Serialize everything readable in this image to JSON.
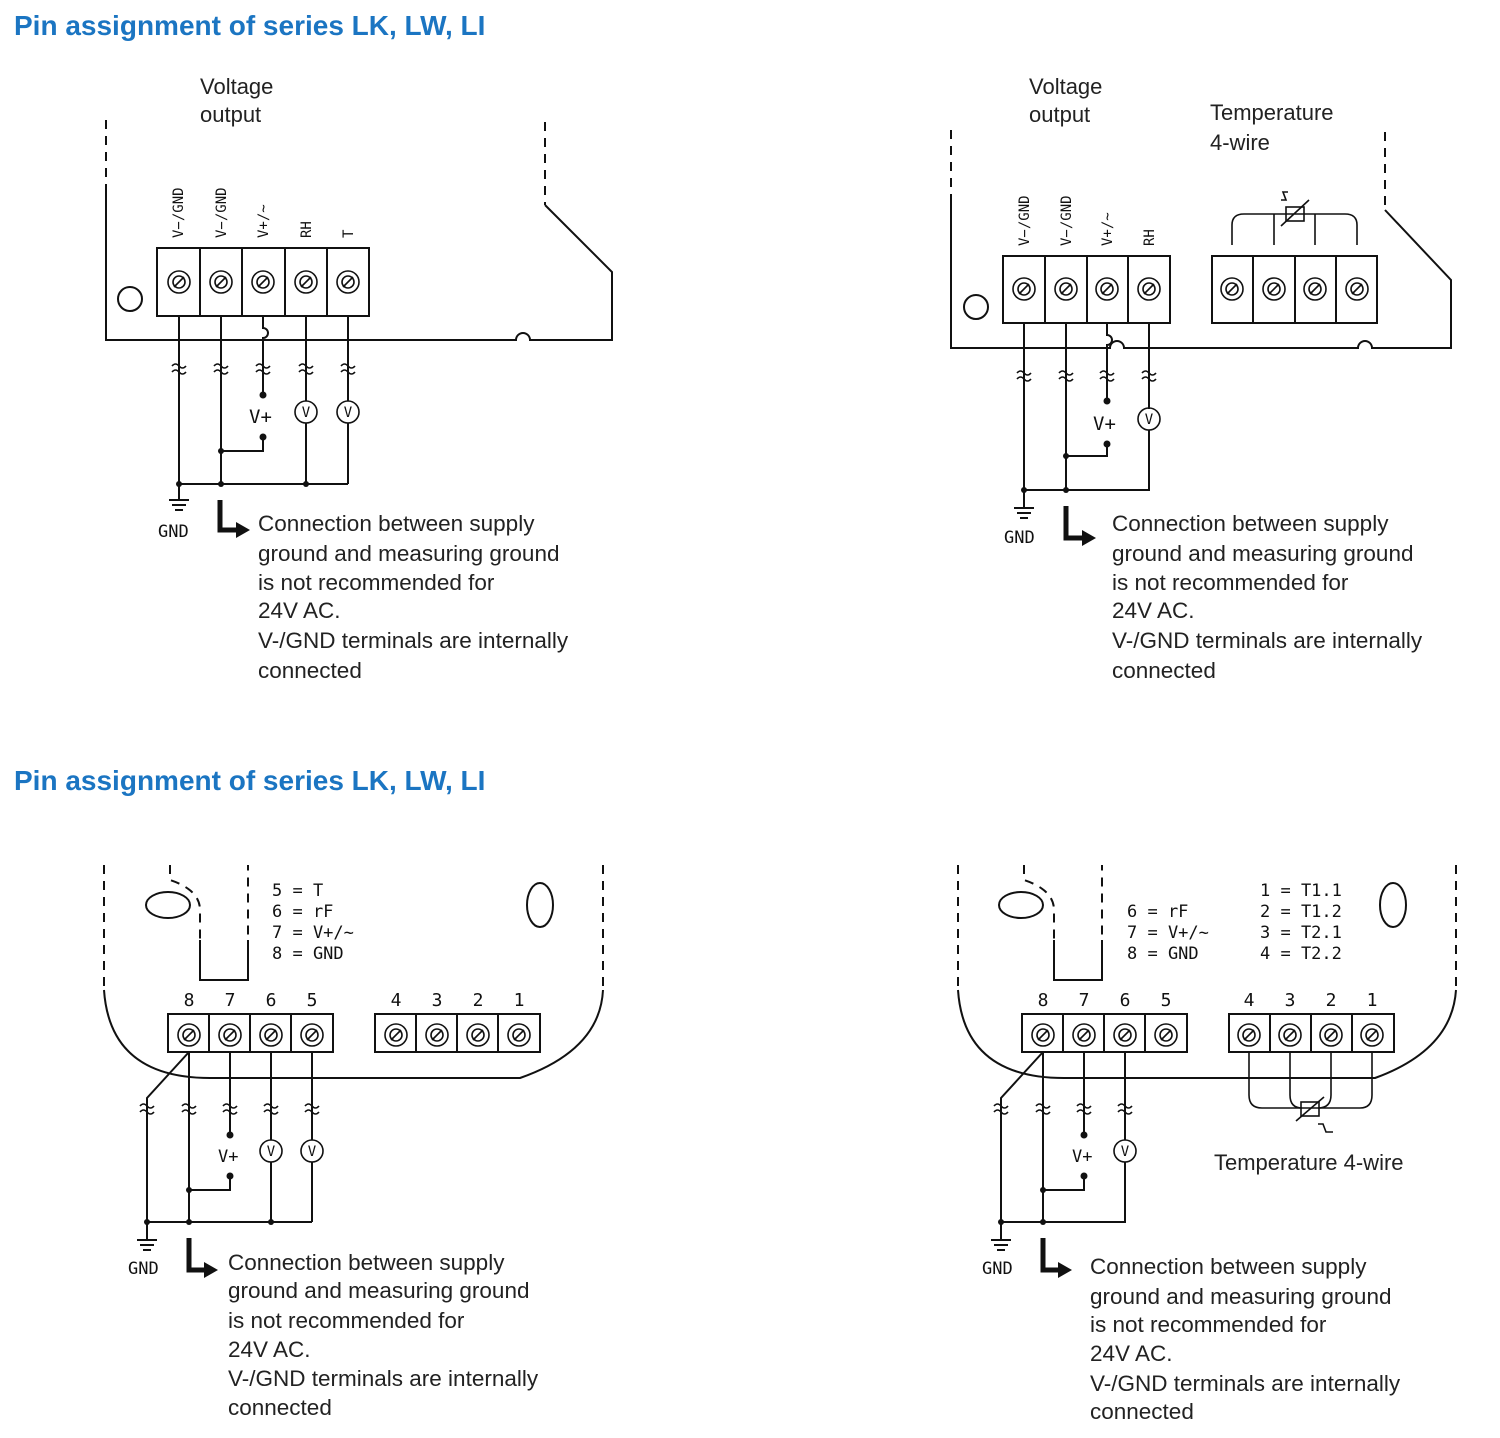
{
  "headings": {
    "top": "Pin assignment of series LK, LW, LI",
    "bottom": "Pin assignment of series LK, LW, LI"
  },
  "labels": {
    "voltage_output_1": "Voltage",
    "voltage_output_2": "output",
    "temperature_1": "Temperature",
    "temperature_2": "4-wire",
    "temperature_4wire": "Temperature 4-wire",
    "gnd": "GND",
    "vplus": "V+",
    "voltmeter": "V"
  },
  "terminals": {
    "diagram_a": [
      "V−/GND",
      "V−/GND",
      "V+/~",
      "RH",
      "T"
    ],
    "diagram_b": [
      "V−/GND",
      "V−/GND",
      "V+/~",
      "RH"
    ]
  },
  "pin_numbers": [
    "8",
    "7",
    "6",
    "5",
    "4",
    "3",
    "2",
    "1"
  ],
  "legend_c": [
    "5 = T",
    "6 = rF",
    "7 = V+/~",
    "8 = GND"
  ],
  "legend_d_left": [
    "6 = rF",
    "7 = V+/~",
    "8 = GND"
  ],
  "legend_d_right": [
    "1 = T1.1",
    "2 = T1.2",
    "3 = T2.1",
    "4 = T2.2"
  ],
  "note_lines": [
    "Connection between supply",
    "ground and measuring ground",
    "is not recommended for",
    "24V AC.",
    "V-/GND terminals are internally",
    "connected"
  ]
}
